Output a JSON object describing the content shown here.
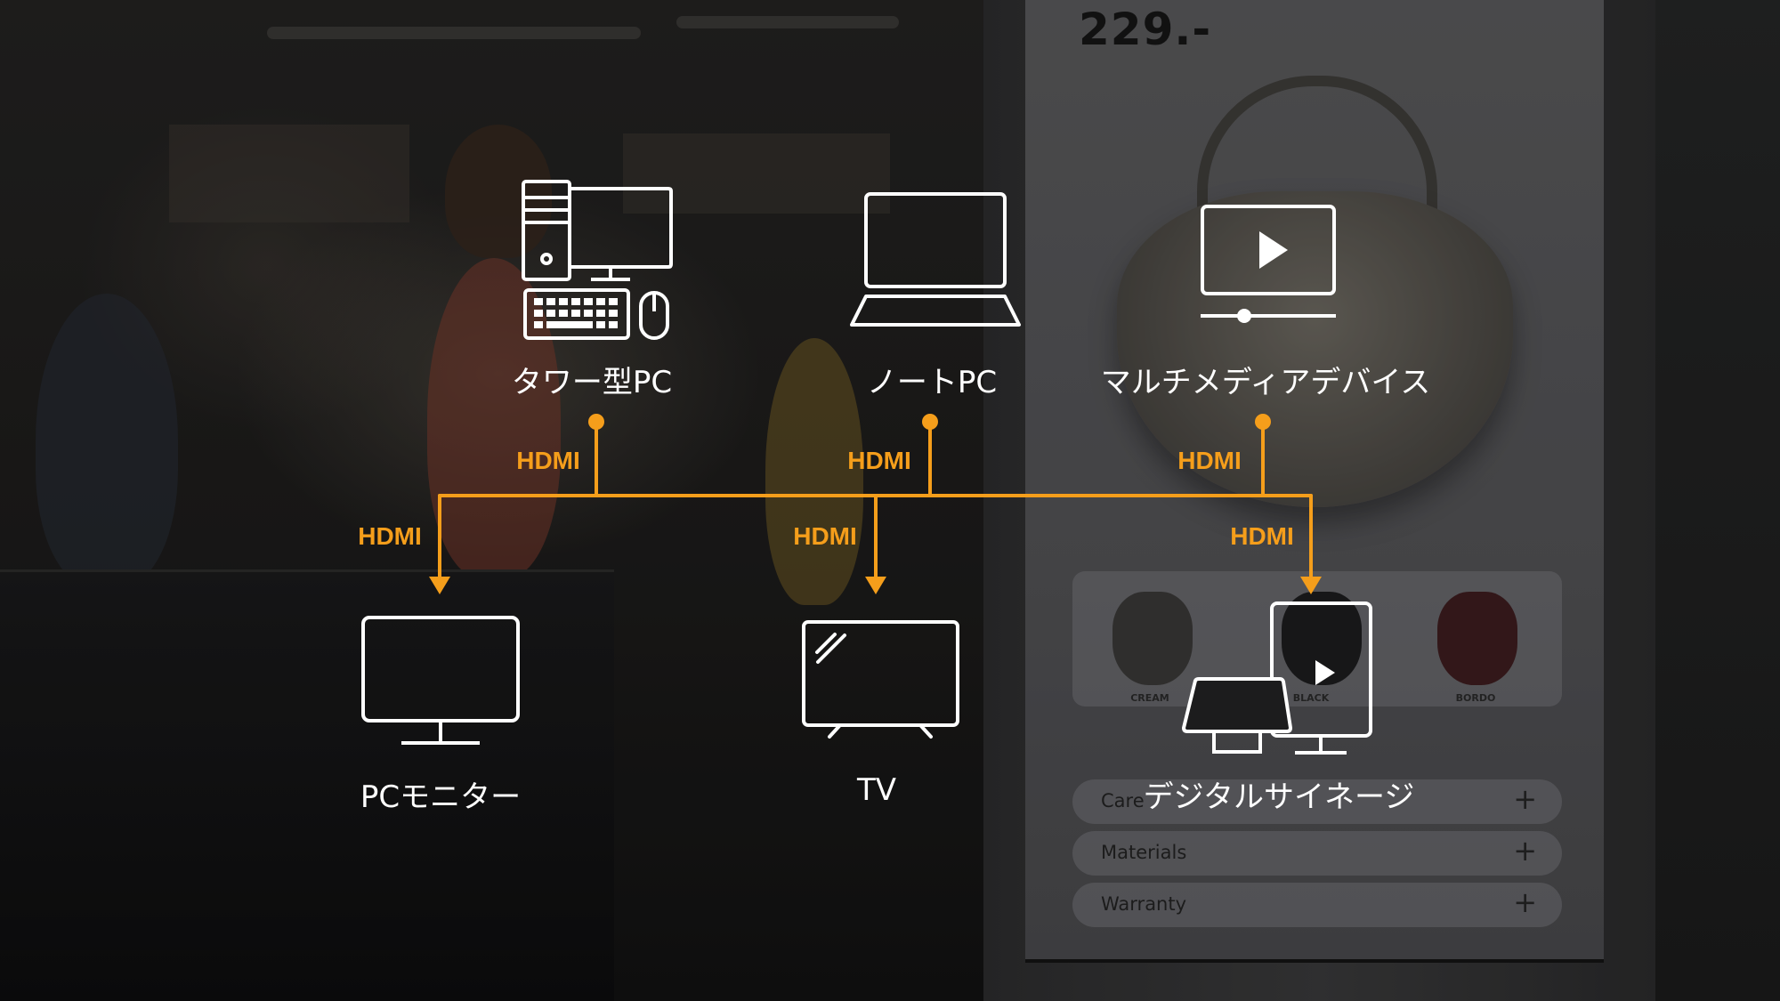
{
  "colors": {
    "connector": "#f59e1b",
    "icon_stroke": "#ffffff",
    "label_text": "#ffffff"
  },
  "sources": [
    {
      "id": "tower-pc",
      "label": "タワー型PC",
      "icon": "tower-pc-icon",
      "link_label": "HDMI"
    },
    {
      "id": "laptop",
      "label": "ノートPC",
      "icon": "laptop-icon",
      "link_label": "HDMI"
    },
    {
      "id": "multimedia-device",
      "label": "マルチメディアデバイス",
      "icon": "media-player-icon",
      "link_label": "HDMI"
    }
  ],
  "outputs": [
    {
      "id": "pc-monitor",
      "label": "PCモニター",
      "icon": "monitor-icon",
      "link_label": "HDMI"
    },
    {
      "id": "tv",
      "label": "TV",
      "icon": "tv-icon",
      "link_label": "HDMI"
    },
    {
      "id": "digital-signage",
      "label": "デジタルサイネージ",
      "icon": "signage-icon",
      "link_label": "HDMI"
    }
  ],
  "background": {
    "kiosk": {
      "price": "229.-",
      "thumbnails": [
        "CREAM",
        "BLACK",
        "BORDO"
      ],
      "accordion": [
        {
          "label": "Care",
          "icon": "plus-icon"
        },
        {
          "label": "Materials",
          "icon": "plus-icon"
        },
        {
          "label": "Warranty",
          "icon": "plus-icon"
        }
      ]
    }
  }
}
